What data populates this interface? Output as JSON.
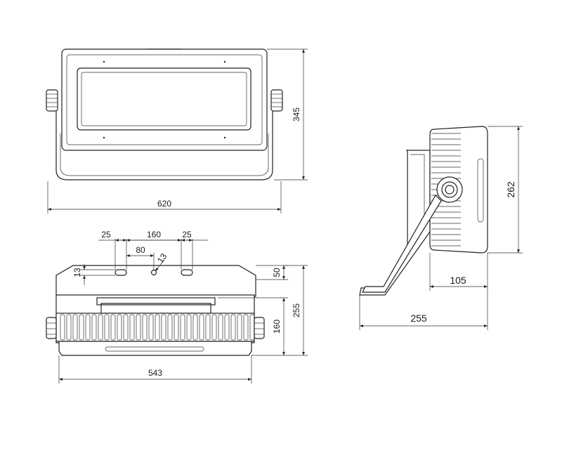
{
  "dimensions": {
    "front_width": "620",
    "front_height": "345",
    "top_slot_left": "25",
    "top_center_span": "160",
    "top_slot_right": "25",
    "top_half_span": "80",
    "top_hole_dia": "13",
    "top_slot_height": "13",
    "top_bracket_depth": "50",
    "top_body_depth": "160",
    "top_overall_depth": "255",
    "top_body_width": "543",
    "side_height": "262",
    "side_body_depth": "105",
    "side_overall_depth": "255"
  }
}
